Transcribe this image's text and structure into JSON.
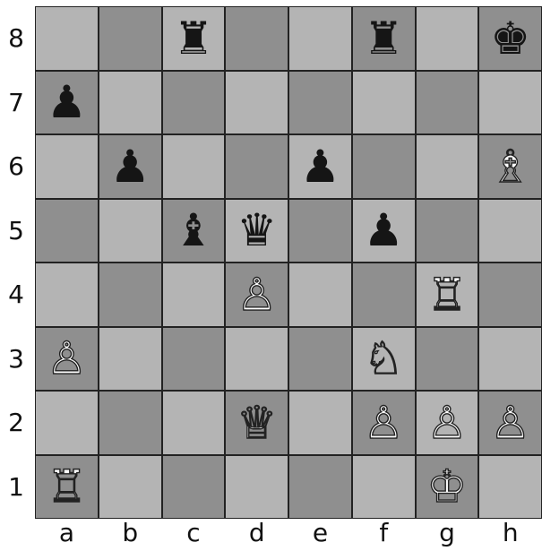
{
  "board": {
    "files": [
      "a",
      "b",
      "c",
      "d",
      "e",
      "f",
      "g",
      "h"
    ],
    "ranks": [
      "8",
      "7",
      "6",
      "5",
      "4",
      "3",
      "2",
      "1"
    ],
    "pieces": [
      {
        "square": "c8",
        "color": "black",
        "type": "rook",
        "glyph": "♜",
        "icon": "black-rook-icon"
      },
      {
        "square": "f8",
        "color": "black",
        "type": "rook",
        "glyph": "♜",
        "icon": "black-rook-icon"
      },
      {
        "square": "h8",
        "color": "black",
        "type": "king",
        "glyph": "♚",
        "icon": "black-king-icon"
      },
      {
        "square": "a7",
        "color": "black",
        "type": "pawn",
        "glyph": "♟",
        "icon": "black-pawn-icon"
      },
      {
        "square": "b6",
        "color": "black",
        "type": "pawn",
        "glyph": "♟",
        "icon": "black-pawn-icon"
      },
      {
        "square": "e6",
        "color": "black",
        "type": "pawn",
        "glyph": "♟",
        "icon": "black-pawn-icon"
      },
      {
        "square": "h6",
        "color": "white",
        "type": "bishop",
        "glyph": "♗",
        "icon": "white-bishop-icon"
      },
      {
        "square": "c5",
        "color": "black",
        "type": "bishop",
        "glyph": "♝",
        "icon": "black-bishop-icon"
      },
      {
        "square": "d5",
        "color": "black",
        "type": "queen",
        "glyph": "♛",
        "icon": "black-queen-icon"
      },
      {
        "square": "f5",
        "color": "black",
        "type": "pawn",
        "glyph": "♟",
        "icon": "black-pawn-icon"
      },
      {
        "square": "d4",
        "color": "white",
        "type": "pawn",
        "glyph": "♙",
        "icon": "white-pawn-icon"
      },
      {
        "square": "g4",
        "color": "white",
        "type": "rook",
        "glyph": "♖",
        "icon": "white-rook-icon"
      },
      {
        "square": "a3",
        "color": "white",
        "type": "pawn",
        "glyph": "♙",
        "icon": "white-pawn-icon"
      },
      {
        "square": "f3",
        "color": "white",
        "type": "knight",
        "glyph": "♘",
        "icon": "white-knight-icon"
      },
      {
        "square": "d2",
        "color": "white",
        "type": "queen",
        "glyph": "♕",
        "icon": "white-queen-icon"
      },
      {
        "square": "f2",
        "color": "white",
        "type": "pawn",
        "glyph": "♙",
        "icon": "white-pawn-icon"
      },
      {
        "square": "g2",
        "color": "white",
        "type": "pawn",
        "glyph": "♙",
        "icon": "white-pawn-icon"
      },
      {
        "square": "h2",
        "color": "white",
        "type": "pawn",
        "glyph": "♙",
        "icon": "white-pawn-icon"
      },
      {
        "square": "a1",
        "color": "white",
        "type": "rook",
        "glyph": "♖",
        "icon": "white-rook-icon"
      },
      {
        "square": "g1",
        "color": "white",
        "type": "king",
        "glyph": "♔",
        "icon": "white-king-icon"
      }
    ],
    "colors": {
      "light_square": "#b4b4b4",
      "dark_square": "#8f8f8f",
      "grid": "#222222"
    }
  }
}
